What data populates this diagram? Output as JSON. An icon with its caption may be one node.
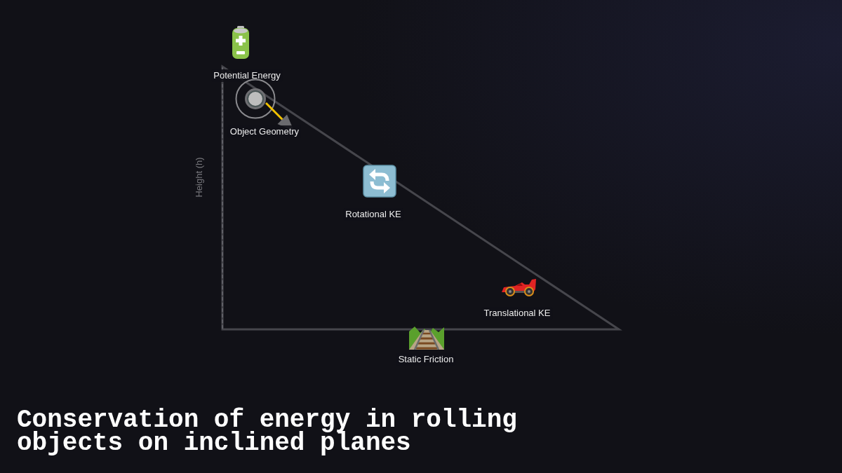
{
  "diagram": {
    "title": "Conservation of energy in rolling objects on inclined planes",
    "labels": [
      "Potential Energy",
      "Object Geometry",
      "Height (h)",
      "Rotational KE",
      "Translational KE",
      "Static Friction"
    ]
  }
}
